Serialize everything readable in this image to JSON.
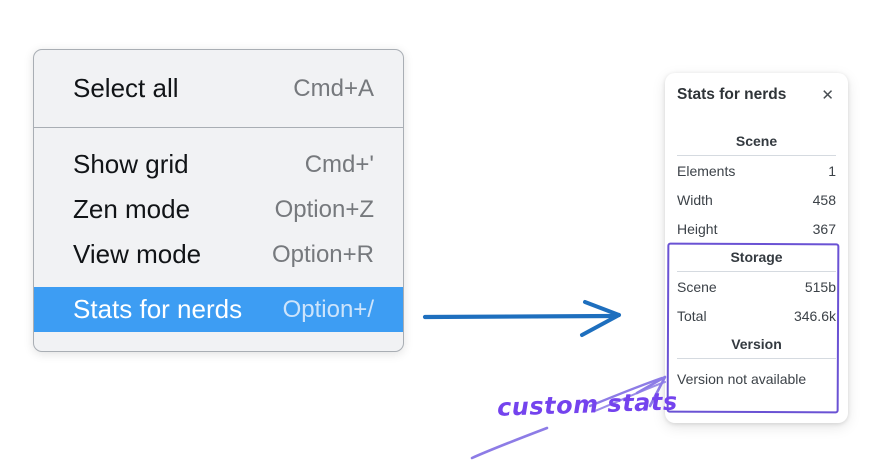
{
  "menu": {
    "groups": [
      {
        "items": [
          {
            "label": "Select all",
            "shortcut": "Cmd+A"
          }
        ]
      },
      {
        "items": [
          {
            "label": "Show grid",
            "shortcut": "Cmd+'"
          },
          {
            "label": "Zen mode",
            "shortcut": "Option+Z"
          },
          {
            "label": "View mode",
            "shortcut": "Option+R"
          },
          {
            "label": "Stats for nerds",
            "shortcut": "Option+/"
          }
        ]
      }
    ],
    "highlighted_item": "Stats for nerds"
  },
  "stats_panel": {
    "title": "Stats for nerds",
    "close_icon": "✕",
    "scene": {
      "heading": "Scene",
      "rows": [
        {
          "label": "Elements",
          "value": "1"
        },
        {
          "label": "Width",
          "value": "458"
        },
        {
          "label": "Height",
          "value": "367"
        }
      ]
    },
    "storage": {
      "heading": "Storage",
      "rows": [
        {
          "label": "Scene",
          "value": "515b"
        },
        {
          "label": "Total",
          "value": "346.6k"
        }
      ]
    },
    "version": {
      "heading": "Version",
      "note": "Version not available"
    }
  },
  "annotation": {
    "label": "custom stats"
  },
  "colors": {
    "highlight_blue": "#3d9df3",
    "arrow_blue": "#1e6fbe",
    "annotation_purple": "#7443ee",
    "annotation_box_purple": "#6a52d4"
  }
}
